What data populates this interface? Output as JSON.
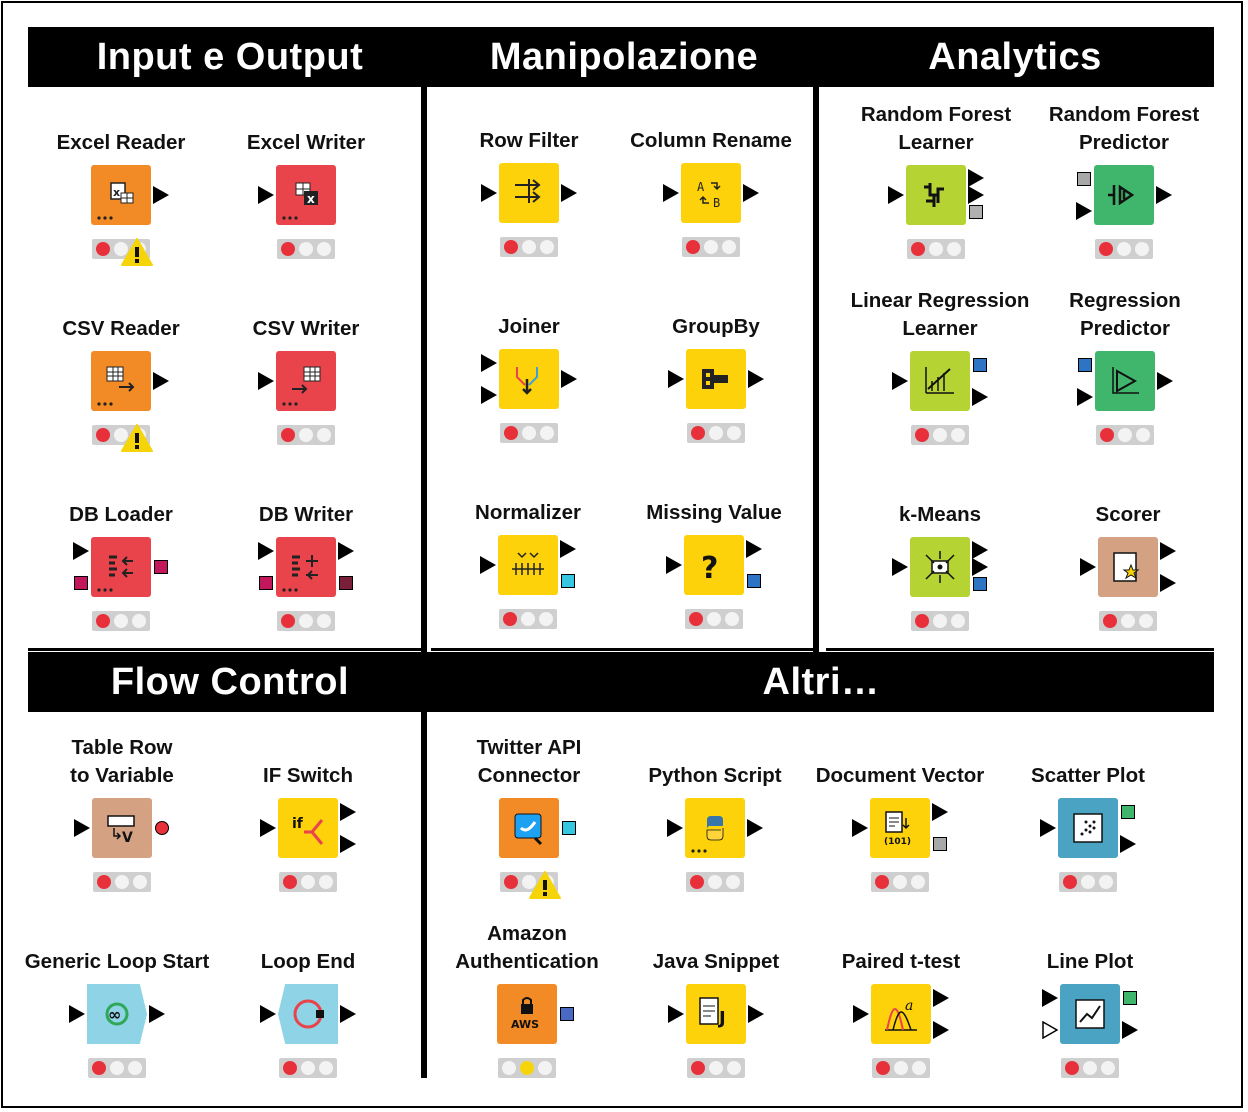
{
  "sections": [
    {
      "title": "Input e Output"
    },
    {
      "title": "Manipolazione"
    },
    {
      "title": "Analytics"
    },
    {
      "title": "Flow Control"
    },
    {
      "title": "Altri…"
    }
  ],
  "nodes": [
    {
      "label": "Excel Reader",
      "color": "#f28a26",
      "icon": "excel-reader-icon",
      "status": "red",
      "warning": true
    },
    {
      "label": "Excel Writer",
      "color": "#e9434c",
      "icon": "excel-writer-icon",
      "status": "red",
      "warning": false
    },
    {
      "label": "CSV Reader",
      "color": "#f28a26",
      "icon": "csv-reader-icon",
      "status": "red",
      "warning": true
    },
    {
      "label": "CSV Writer",
      "color": "#e9434c",
      "icon": "csv-writer-icon",
      "status": "red",
      "warning": false
    },
    {
      "label": "DB Loader",
      "color": "#e9434c",
      "icon": "db-loader-icon",
      "status": "red",
      "warning": false
    },
    {
      "label": "DB Writer",
      "color": "#e9434c",
      "icon": "db-writer-icon",
      "status": "red",
      "warning": false
    },
    {
      "label": "Row Filter",
      "color": "#fdd20a",
      "icon": "row-filter-icon",
      "status": "red",
      "warning": false
    },
    {
      "label": "Column Rename",
      "color": "#fdd20a",
      "icon": "column-rename-icon",
      "status": "red",
      "warning": false
    },
    {
      "label": "Joiner",
      "color": "#fdd20a",
      "icon": "joiner-icon",
      "status": "red",
      "warning": false
    },
    {
      "label": "GroupBy",
      "color": "#fdd20a",
      "icon": "groupby-icon",
      "status": "red",
      "warning": false
    },
    {
      "label": "Normalizer",
      "color": "#fdd20a",
      "icon": "normalizer-icon",
      "status": "red",
      "warning": false
    },
    {
      "label": "Missing Value",
      "color": "#fdd20a",
      "icon": "missing-value-icon",
      "status": "red",
      "warning": false
    },
    {
      "label": "Random Forest\nLearner",
      "color": "#b6d334",
      "icon": "random-forest-learner-icon",
      "status": "red",
      "warning": false
    },
    {
      "label": "Random Forest\nPredictor",
      "color": "#3fb66c",
      "icon": "random-forest-predictor-icon",
      "status": "red",
      "warning": false
    },
    {
      "label": "Linear Regression\nLearner",
      "color": "#b6d334",
      "icon": "linear-regression-learner-icon",
      "status": "red",
      "warning": false
    },
    {
      "label": "Regression\nPredictor",
      "color": "#3fb66c",
      "icon": "regression-predictor-icon",
      "status": "red",
      "warning": false
    },
    {
      "label": "k-Means",
      "color": "#b6d334",
      "icon": "k-means-icon",
      "status": "red",
      "warning": false
    },
    {
      "label": "Scorer",
      "color": "#d4a283",
      "icon": "scorer-icon",
      "status": "red",
      "warning": false
    },
    {
      "label": "Table Row\nto Variable",
      "color": "#d4a283",
      "icon": "table-row-to-variable-icon",
      "status": "red",
      "warning": false
    },
    {
      "label": "IF Switch",
      "color": "#fdd20a",
      "icon": "if-switch-icon",
      "status": "red",
      "warning": false
    },
    {
      "label": "Generic Loop Start",
      "color": "#8fd3e6",
      "icon": "generic-loop-start-icon",
      "status": "red",
      "warning": false
    },
    {
      "label": "Loop End",
      "color": "#8fd3e6",
      "icon": "loop-end-icon",
      "status": "red",
      "warning": false
    },
    {
      "label": "Twitter API\nConnector",
      "color": "#f28a26",
      "icon": "twitter-icon",
      "status": "red",
      "warning": true
    },
    {
      "label": "Python Script",
      "color": "#fdd20a",
      "icon": "python-icon",
      "status": "red",
      "warning": false
    },
    {
      "label": "Document Vector",
      "color": "#fdd20a",
      "icon": "document-vector-icon",
      "status": "red",
      "warning": false
    },
    {
      "label": "Scatter Plot",
      "color": "#4aa3c2",
      "icon": "scatter-plot-icon",
      "status": "red",
      "warning": false
    },
    {
      "label": "Amazon\nAuthentication",
      "color": "#f28a26",
      "icon": "aws-icon",
      "status": "yellow",
      "warning": false
    },
    {
      "label": "Java Snippet",
      "color": "#fdd20a",
      "icon": "java-snippet-icon",
      "status": "red",
      "warning": false
    },
    {
      "label": "Paired t-test",
      "color": "#fdd20a",
      "icon": "paired-t-test-icon",
      "status": "red",
      "warning": false
    },
    {
      "label": "Line Plot",
      "color": "#4aa3c2",
      "icon": "line-plot-icon",
      "status": "red",
      "warning": false
    }
  ]
}
